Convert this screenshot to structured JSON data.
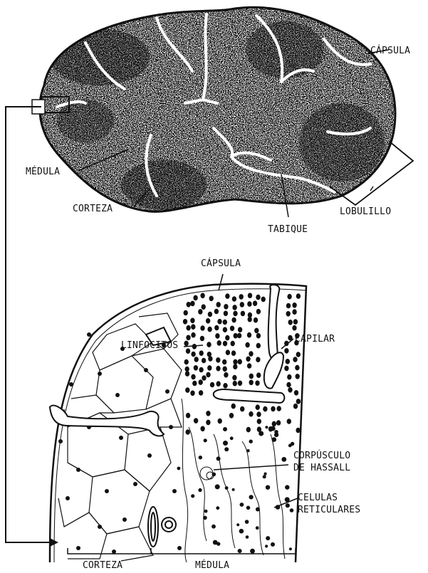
{
  "top_labels": {
    "capsula": "CÁPSULA",
    "medula": "MÉDULA",
    "corteza": "CORTEZA",
    "tabique": "TABIQUE",
    "lobulillo": "LOBULILLO"
  },
  "bottom_labels": {
    "capsula": "CÁPSULA",
    "linfocitos": "LINFOCITOS",
    "capilar": "CAPILAR",
    "corpusculo_line1": "CORPÚSCULO",
    "corpusculo_line2": "DE HASSALL",
    "celulas_line1": "CELULAS",
    "celulas_line2": "RETICULARES",
    "corteza": "CORTEZA",
    "medula": "MÉDULA"
  },
  "colors": {
    "ink": "#111111",
    "tissue_dark": "#1a1a1a",
    "paper": "#ffffff"
  }
}
